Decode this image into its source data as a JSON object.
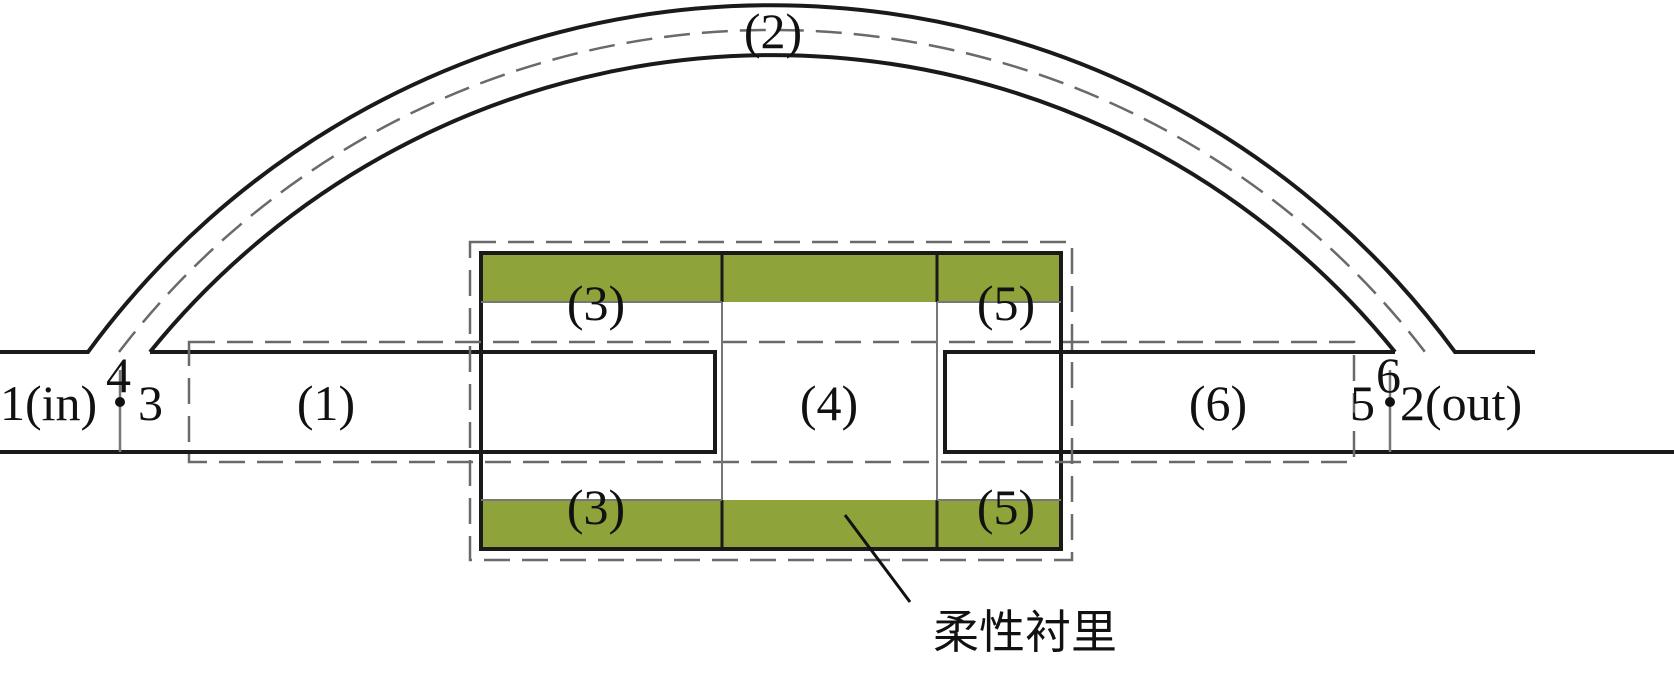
{
  "colors": {
    "lining": "#8ea33a",
    "line": "#1a1a1a",
    "dash": "#6a6a6a"
  },
  "labels": {
    "region_1": "(1)",
    "region_2": "(2)",
    "region_3_top": "(3)",
    "region_3_bottom": "(3)",
    "region_4": "(4)",
    "region_5_top": "(5)",
    "region_5_bottom": "(5)",
    "region_6": "(6)",
    "node_inlet": "1(in)",
    "node_outlet": "2(out)",
    "node_3": "3",
    "node_4": "4",
    "node_5": "5",
    "node_6": "6",
    "lining_callout": "柔性衬里"
  }
}
